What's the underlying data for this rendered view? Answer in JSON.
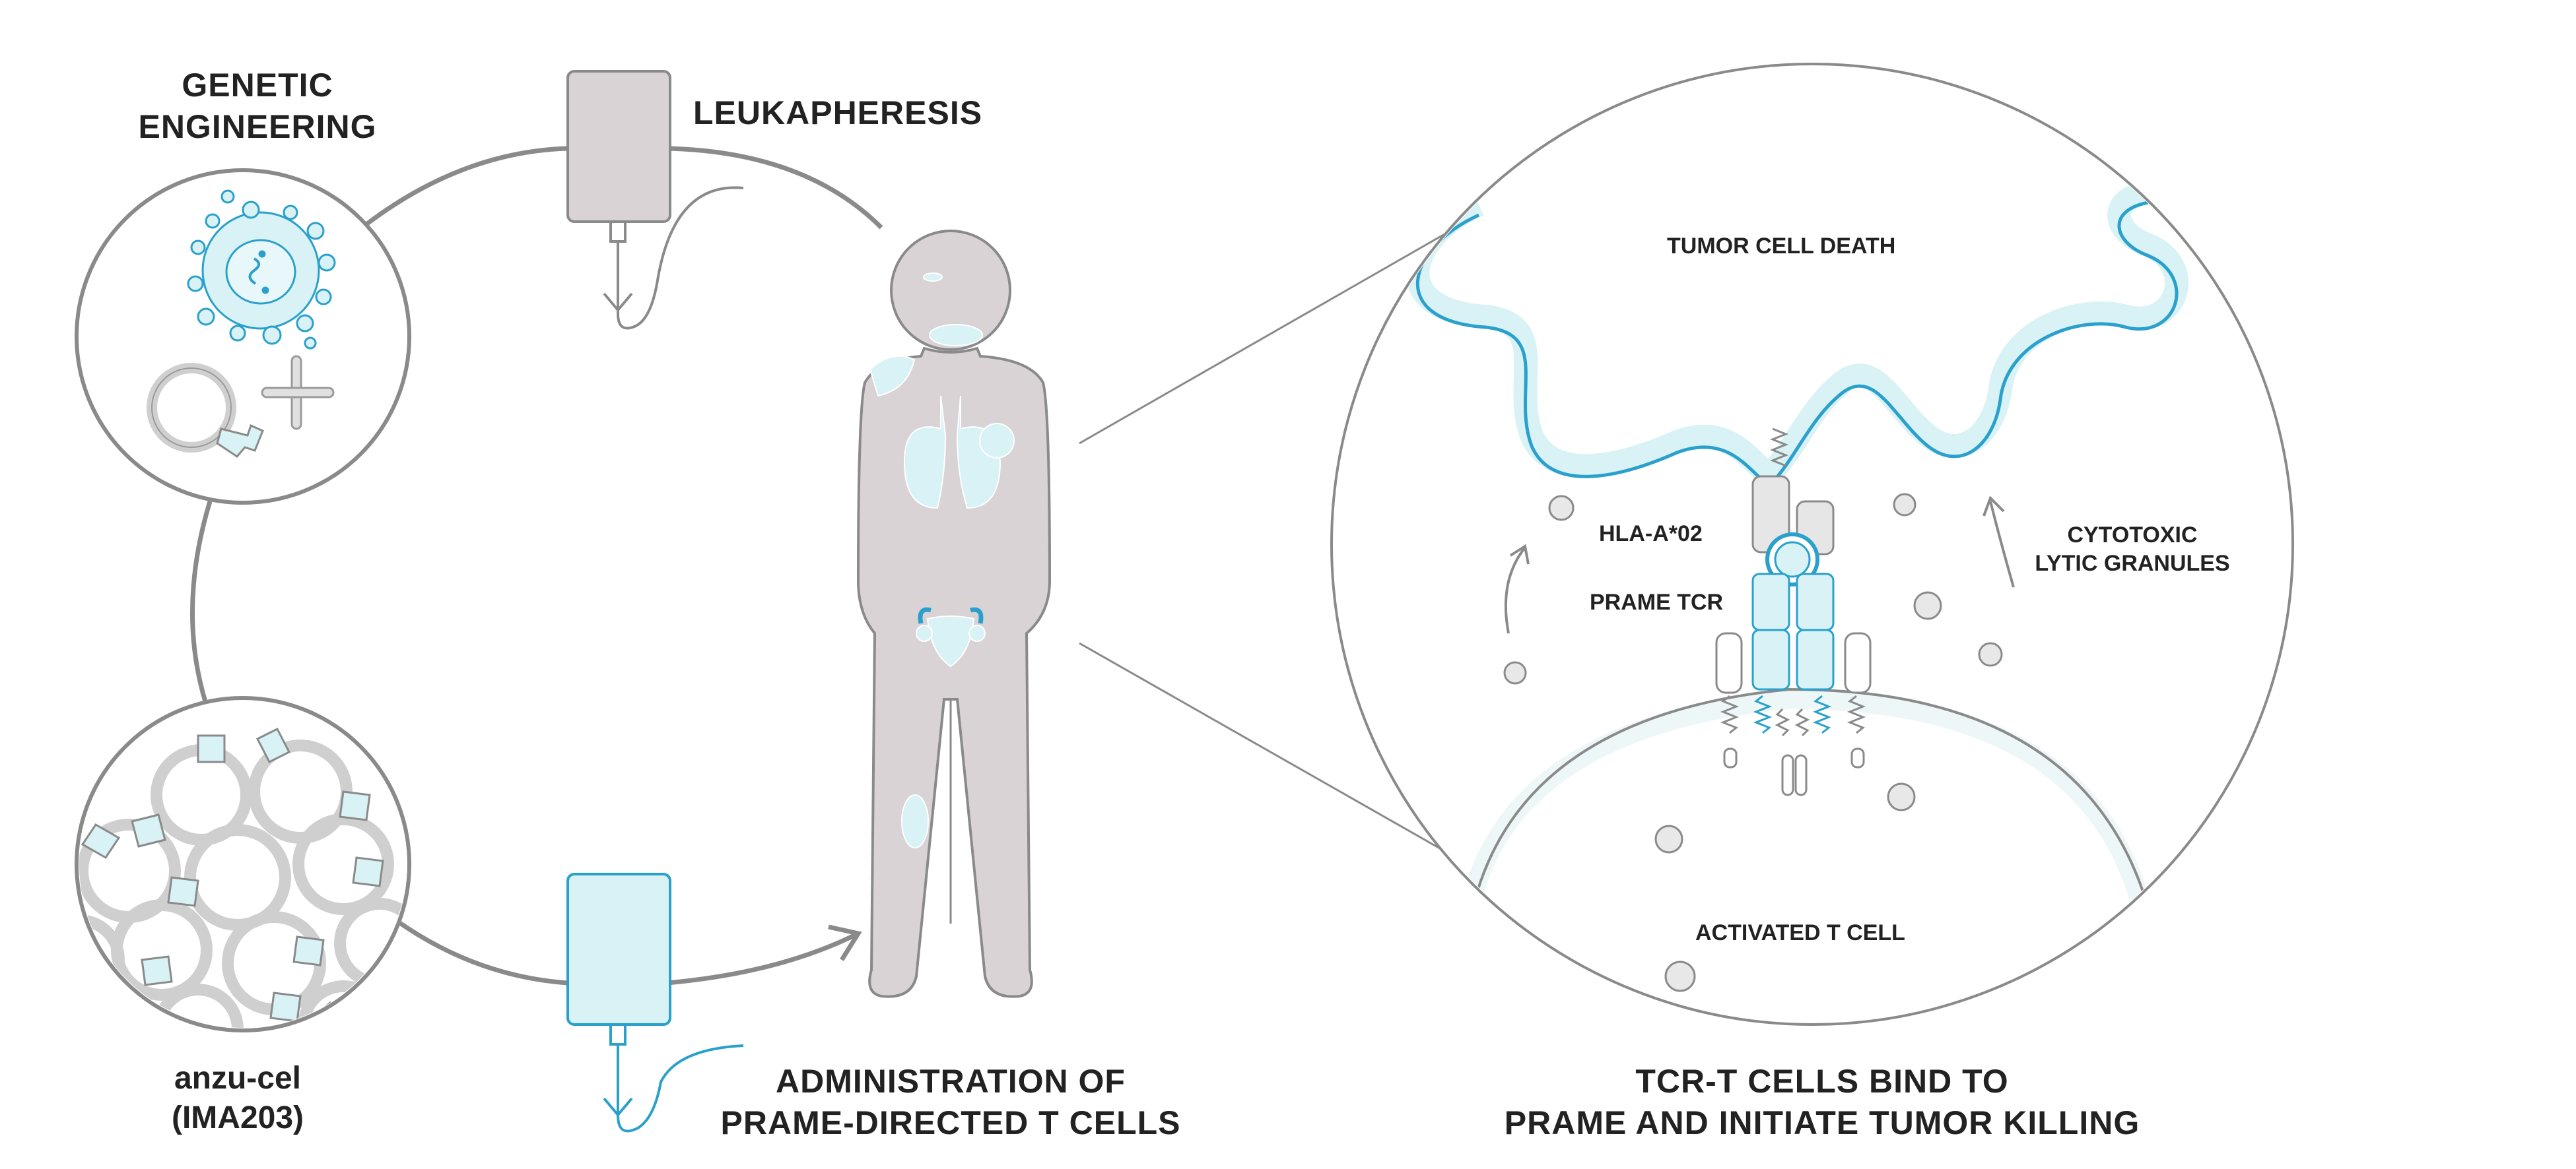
{
  "labels": {
    "genetic_engineering_line1": "GENETIC",
    "genetic_engineering_line2": "ENGINEERING",
    "leukapheresis": "LEUKAPHERESIS",
    "product_name": "anzu-cel",
    "product_code": "(IMA203)",
    "administration_line1": "ADMINISTRATION OF",
    "administration_line2": "PRAME-DIRECTED T CELLS",
    "tumor_cell_death": "TUMOR CELL DEATH",
    "hla": "HLA-A*02",
    "prame_tcr": "PRAME TCR",
    "cytotoxic_line1": "CYTOTOXIC",
    "cytotoxic_line2": "LYTIC GRANULES",
    "activated_t_cell": "ACTIVATED T CELL",
    "summary_line1": "TCR-T CELLS BIND TO",
    "summary_line2": "PRAME AND INITIATE TUMOR KILLING"
  },
  "colors": {
    "outline_gray": "#8a8a8a",
    "body_fill": "#d9d3d6",
    "light_blue": "#d8f2f5",
    "accent_blue": "#2aa0cc",
    "text": "#222222"
  }
}
